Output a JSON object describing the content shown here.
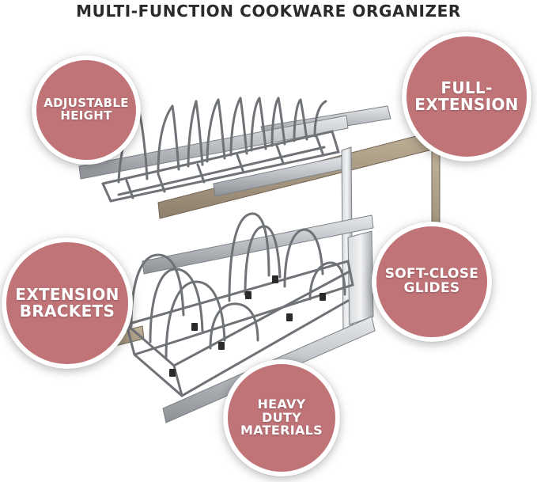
{
  "title": "MULTI-FUNCTION COOKWARE ORGANIZER",
  "badges": {
    "adjustable": {
      "line1": "ADJUSTABLE",
      "line2": "HEIGHT"
    },
    "full_extension": {
      "line1": "FULL-",
      "line2": "EXTENSION"
    },
    "extension_brackets": {
      "line1": "EXTENSION",
      "line2": "BRACKETS"
    },
    "soft_close": {
      "line1": "SOFT-CLOSE",
      "line2": "GLIDES"
    },
    "heavy_duty": {
      "line1": "HEAVY",
      "line2": "DUTY",
      "line3": "MATERIALS"
    }
  },
  "colors": {
    "badge_fill": "#c07478",
    "wire": "#6f7276",
    "slide_metal": "#c9ccd0",
    "wood_bracket": "#a89a84"
  }
}
